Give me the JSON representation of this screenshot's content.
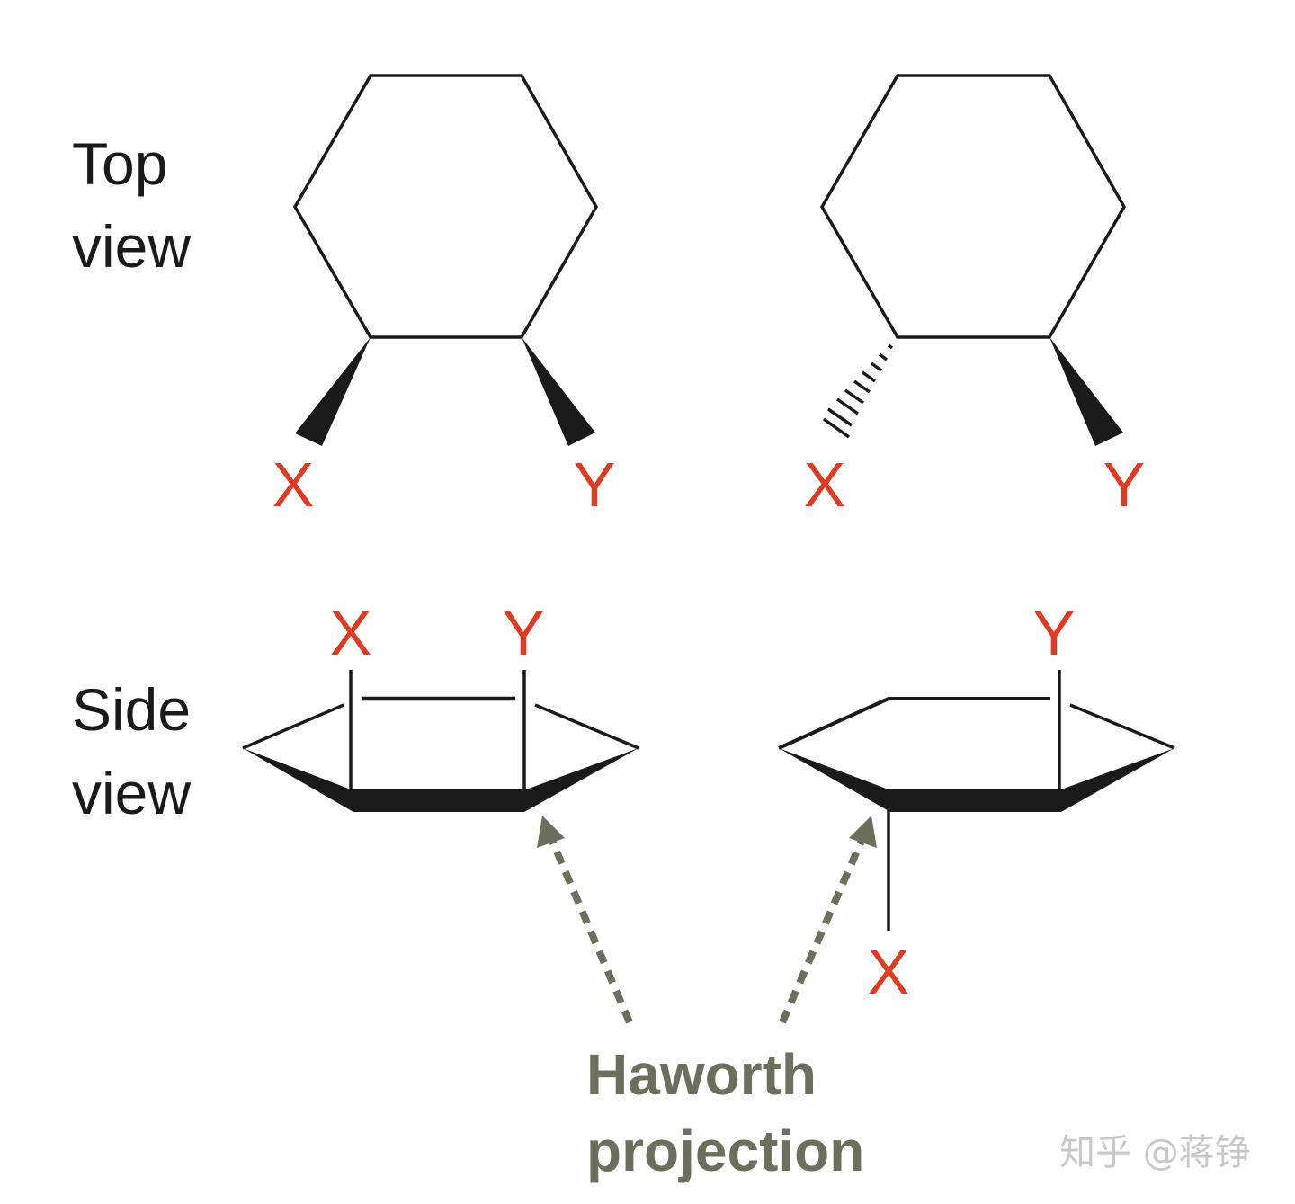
{
  "labels": {
    "top_view_1": "Top",
    "top_view_2": "view",
    "side_view_1": "Side",
    "side_view_2": "view"
  },
  "substituents": {
    "top_left_x": "X",
    "top_left_y": "Y",
    "top_right_x": "X",
    "top_right_y": "Y",
    "side_left_x": "X",
    "side_left_y": "Y",
    "side_right_y": "Y",
    "side_right_x": "X"
  },
  "annotation": {
    "line1": "Haworth",
    "line2": "projection"
  },
  "watermark": "知乎 @蒋铮",
  "colors": {
    "substituent": "#e03a22",
    "annotation": "#6e6e5c",
    "bond": "#1a1a1a"
  }
}
